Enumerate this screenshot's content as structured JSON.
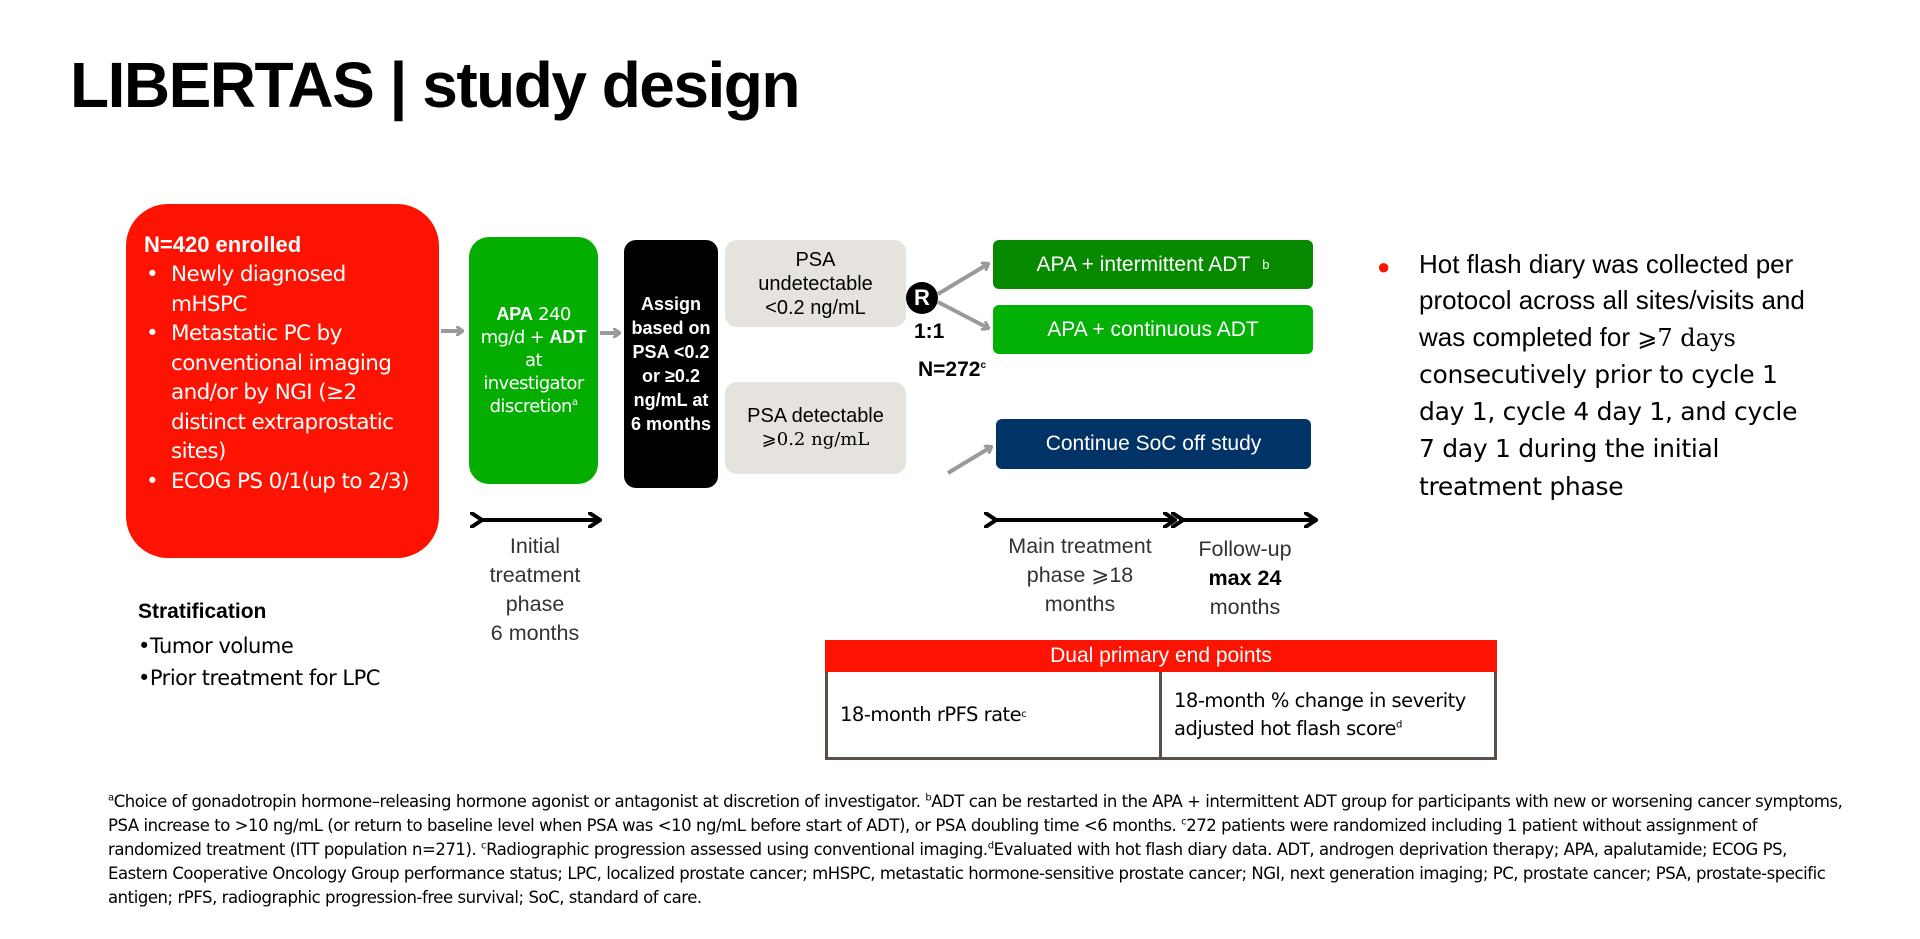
{
  "title": "LIBERTAS | study design",
  "enrollment": {
    "heading": "N=420 enrolled",
    "criteria": [
      "Newly diagnosed mHSPC",
      "Metastatic PC by conventional imaging and/or by NGI (≥2 distinct extraprostatic sites)",
      "ECOG PS 0/1(up to 2/3)"
    ],
    "color": "#fe1201"
  },
  "initial_treatment": {
    "drug": "APA",
    "dose": "240 mg/d +",
    "adt": "ADT",
    "rest": "at investigator discretion",
    "footnote": "a"
  },
  "assign_box": {
    "text": "Assign based on PSA <0.2 or ≥0.2 ng/mL at 6 months"
  },
  "psa_undetectable": {
    "line1": "PSA",
    "line2": "undetectable",
    "line3": "<0.2 ng/mL"
  },
  "psa_detectable": {
    "line1": "PSA detectable",
    "line2": "⩾0.2 ng/mL"
  },
  "randomization": {
    "symbol": "R",
    "ratio": "1:1",
    "n": "N=272",
    "n_footnote": "c"
  },
  "arms": [
    {
      "label": "APA + intermittent ADT",
      "footnote": "b",
      "color": "#088a00"
    },
    {
      "label": "APA + continuous ADT",
      "footnote": "",
      "color": "#03b006"
    },
    {
      "label": "Continue SoC off study",
      "footnote": "",
      "color": "#023366"
    }
  ],
  "phases": {
    "initial": [
      "Initial",
      "treatment",
      "phase",
      "6 months"
    ],
    "main": [
      "Main treatment",
      "phase ⩾18",
      "months"
    ],
    "followup": [
      "Follow-up",
      "max 24",
      "months"
    ]
  },
  "stratification": {
    "heading": "Stratification",
    "items": [
      "•Tumor volume",
      "•Prior treatment for LPC"
    ]
  },
  "endpoints": {
    "header": "Dual primary end points",
    "cells": [
      {
        "text": "18-month rPFS rate",
        "footnote": "c"
      },
      {
        "text": "18-month % change in severity adjusted hot flash score",
        "footnote": "d"
      }
    ]
  },
  "note": {
    "part1": "Hot flash diary was collected per protocol across all sites/visits and was completed for",
    "serif_part": "⩾7 days",
    "part2": "consecutively prior to cycle 1 day 1, cycle 4 day 1, and cycle 7 day 1 during the initial treatment phase"
  },
  "footnotes": {
    "a": "Choice of gonadotropin hormone–releasing hormone agonist or antagonist at discretion of investigator.",
    "b": "ADT can be restarted in the APA + intermittent ADT group for participants with new or worsening cancer symptoms, PSA increase to >10 ng/mL (or return to baseline level when PSA was <10 ng/mL before start of ADT), or PSA doubling time <6 months.",
    "c1": "272 patients were randomized including 1 patient without assignment of randomized treatment (ITT population n=271).",
    "c2": "Radiographic progression assessed using conventional imaging.",
    "d": "Evaluated with hot flash diary data. ADT, androgen deprivation therapy; APA, apalutamide; ECOG PS, Eastern Cooperative Oncology Group performance status; LPC, localized prostate cancer; mHSPC, metastatic hormone-sensitive prostate cancer; NGI, next generation imaging; PC, prostate cancer; PSA, prostate-specific antigen; rPFS, radiographic progression-free survival; SoC, standard of care."
  }
}
